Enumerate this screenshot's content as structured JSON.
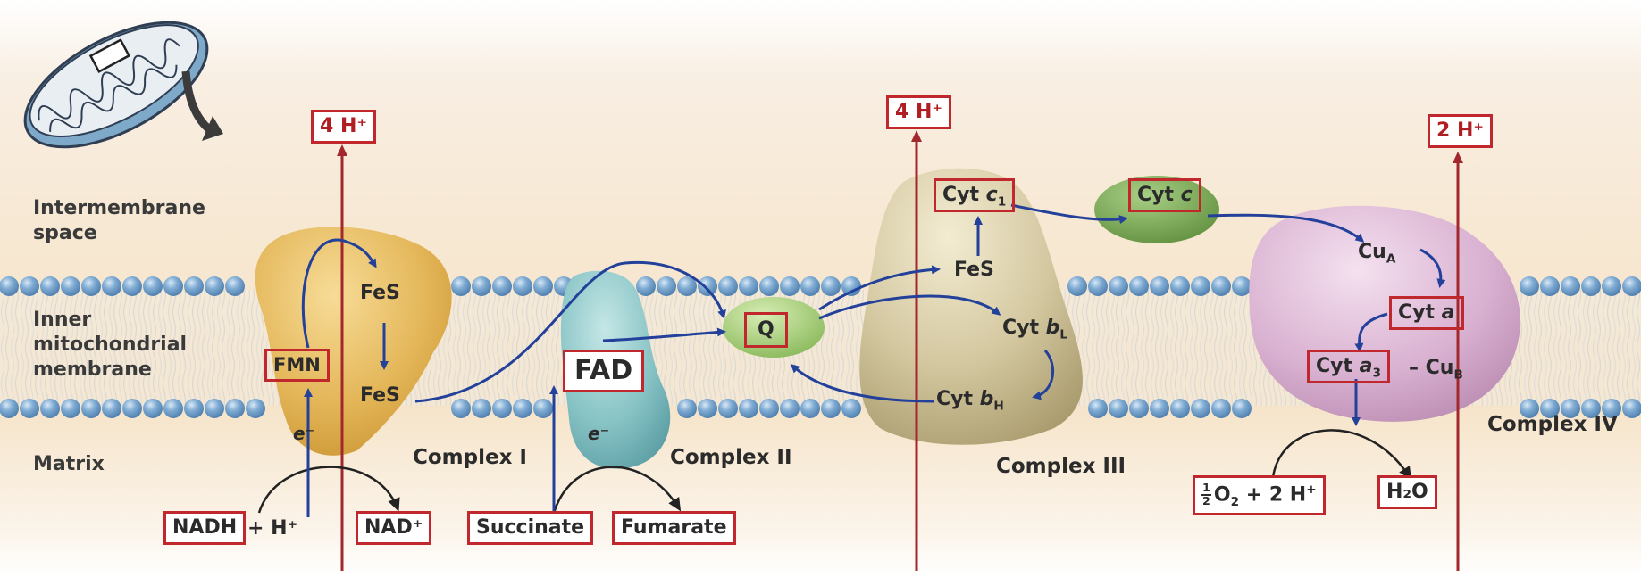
{
  "regions": {
    "intermembrane": "Intermembrane space",
    "inner_membrane": "Inner mitochondrial membrane",
    "matrix": "Matrix"
  },
  "complexes": {
    "c1": "Complex I",
    "c2": "Complex II",
    "c3": "Complex III",
    "c4": "Complex IV"
  },
  "proton_pumps": {
    "c1": "4 H⁺",
    "c3": "4 H⁺",
    "c4": "2 H⁺"
  },
  "complex1": {
    "fes_top": "FeS",
    "fes_bottom": "FeS",
    "fmn": "FMN",
    "electron": "e⁻"
  },
  "complex2": {
    "fad": "FAD",
    "electron": "e⁻"
  },
  "complex3": {
    "fes": "FeS"
  },
  "quinone": "Q",
  "substrates": {
    "nadh": "NADH",
    "plus_h": "+ H⁺",
    "nad": "NAD⁺",
    "succinate": "Succinate",
    "fumarate": "Fumarate",
    "water": "H₂O"
  },
  "colors": {
    "membrane_bead": "#6f9fc9",
    "arrow_blue": "#23409a",
    "proton_red": "#a3282d",
    "box_red": "#c0282d",
    "complex1": "#e6b85a",
    "complex2": "#86c4c6",
    "complex3": "#cfc39a",
    "cytc": "#6e9d4c",
    "complex4": "#d9b3d2",
    "quinone": "#9dc768"
  }
}
